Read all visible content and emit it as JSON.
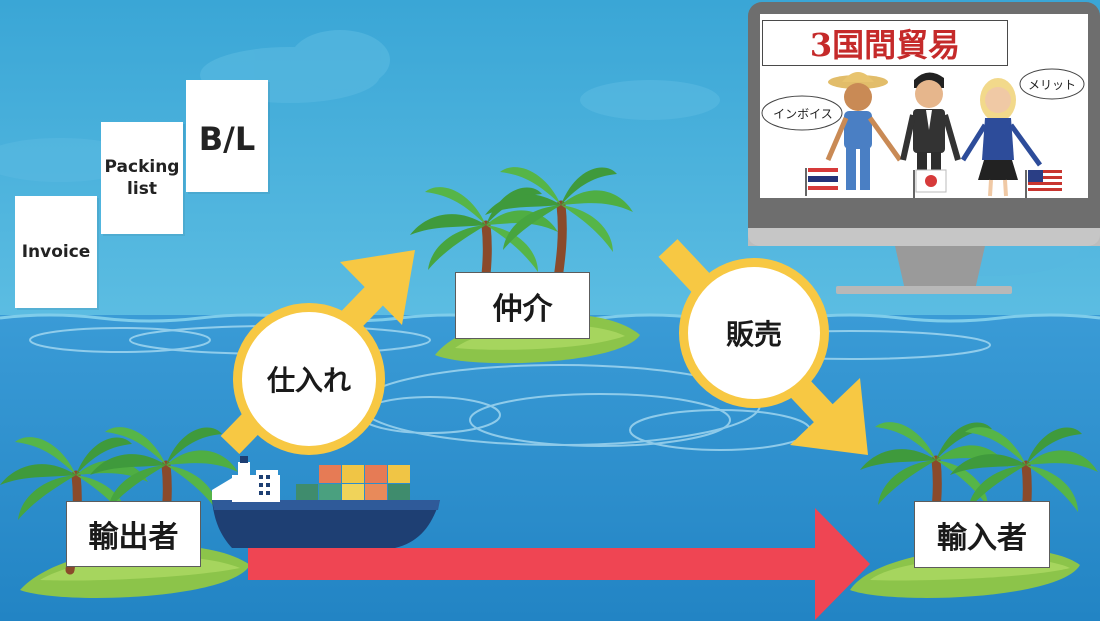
{
  "documents": {
    "invoice": "Invoice",
    "packing_line1": "Packing",
    "packing_line2": "list",
    "bl": "B/L"
  },
  "nodes": {
    "exporter": "輸出者",
    "intermediary": "仲介",
    "importer": "輸入者"
  },
  "flows": {
    "purchase": "仕入れ",
    "sale": "販売"
  },
  "monitor": {
    "title": "3国間貿易",
    "bubble_left": "インボイス",
    "bubble_right": "メリット"
  },
  "colors": {
    "sky": "#4aafd8",
    "sea": "#2f8fcc",
    "accent_yellow": "#f7c843",
    "direct_arrow": "#ef4553",
    "island_green": "#8cc44a"
  },
  "icons": {
    "ship": "cargo-ship-icon",
    "palm": "palm-tree-icon",
    "flag_thailand": "thailand-flag-icon",
    "flag_japan": "japan-flag-icon",
    "flag_usa": "usa-flag-icon"
  }
}
